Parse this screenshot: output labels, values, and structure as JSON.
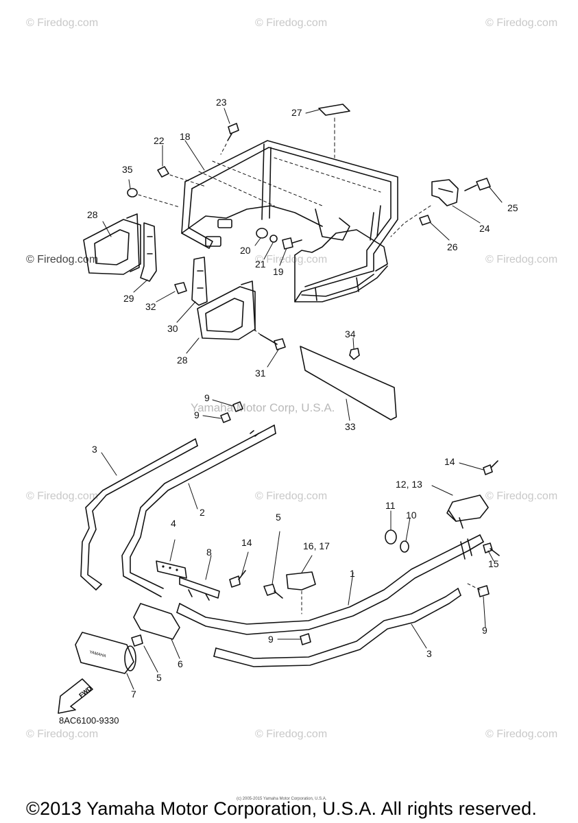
{
  "watermarks": {
    "firedog": "© Firedog.com",
    "yamaha": "Yamaha Motor Corp, U.S.A."
  },
  "callouts": {
    "c1": "1",
    "c2": "2",
    "c3a": "3",
    "c3b": "3",
    "c4": "4",
    "c5a": "5",
    "c5b": "5",
    "c6": "6",
    "c7": "7",
    "c8": "8",
    "c9a": "9",
    "c9b": "9",
    "c9c": "9",
    "c9d": "9",
    "c10": "10",
    "c11": "11",
    "c12_13": "12, 13",
    "c14a": "14",
    "c14b": "14",
    "c15": "15",
    "c16_17": "16, 17",
    "c18": "18",
    "c19": "19",
    "c20": "20",
    "c21": "21",
    "c22": "22",
    "c23": "23",
    "c24": "24",
    "c25": "25",
    "c26": "26",
    "c27": "27",
    "c28a": "28",
    "c28b": "28",
    "c29": "29",
    "c30": "30",
    "c31": "31",
    "c32": "32",
    "c33": "33",
    "c34": "34",
    "c35": "35"
  },
  "fwd_label": "FWD",
  "grip_text": "YAMAHA",
  "diagram_code": "8AC6100-9330",
  "footer": {
    "small": "(c) 2005-2015 Yamaha Motor Corporation, U.S.A.",
    "copyright": "©2013 Yamaha Motor Corporation, U.S.A. All rights reserved."
  }
}
